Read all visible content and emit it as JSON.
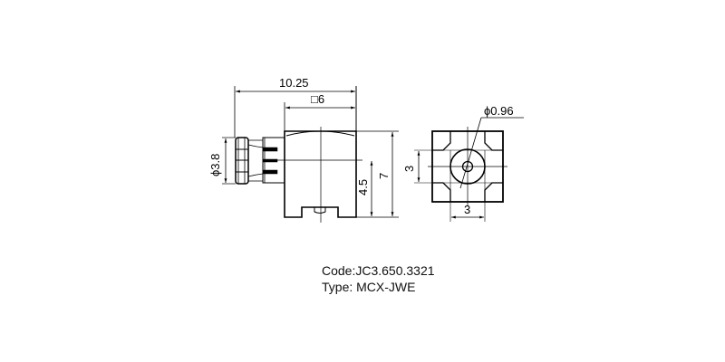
{
  "drawing": {
    "side_view": {
      "overall_length": "10.25",
      "body_width": "□6",
      "pin_diameter": "ϕ3.8",
      "height": "7",
      "center_height": "4.5"
    },
    "front_view": {
      "hole_diameter": "ϕ0.96",
      "vertical_spacing": "3",
      "horizontal_spacing": "3"
    }
  },
  "caption": {
    "code": "Code:JC3.650.3321",
    "type": "Type: MCX-JWE"
  }
}
